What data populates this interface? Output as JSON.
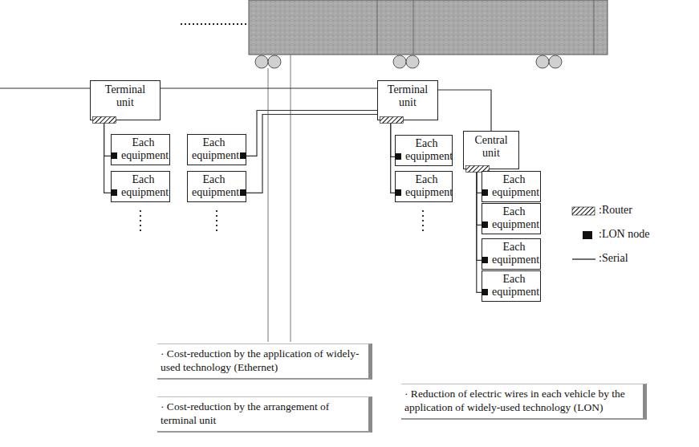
{
  "diagram": {
    "nodes": [
      {
        "text": [
          "Terminal unit"
        ]
      },
      {
        "text": [
          "Each equipment"
        ]
      },
      {
        "text": [
          "Each equipment"
        ]
      },
      {
        "text": [
          "Each equipment"
        ]
      },
      {
        "text": [
          "Each equipment"
        ]
      },
      {
        "text": [
          "Terminal unit"
        ]
      },
      {
        "text": [
          "Each equipment"
        ]
      },
      {
        "text": [
          "Each equipment"
        ]
      },
      {
        "text": [
          "Central unit"
        ]
      },
      {
        "text": [
          "Each equipment"
        ]
      },
      {
        "text": [
          "Each equipment"
        ]
      },
      {
        "text": [
          "Each equipment"
        ]
      },
      {
        "text": [
          "Each equipment"
        ]
      },
      {
        "text": [
          "· Cost-reduction by the application of widely-used technology (Ethernet)"
        ]
      },
      {
        "text": [
          "· Cost-reduction by the arrangement of terminal unit"
        ]
      },
      {
        "text": [
          "· Reduction of electric wires in each vehicle by the application of widely-used technology (LON)"
        ]
      }
    ],
    "edges": [
      {
        "from": 0,
        "to": 5,
        "arrow": "none"
      },
      {
        "from": 5,
        "to": 8,
        "arrow": "none"
      },
      {
        "from": 0,
        "to": 1,
        "arrow": "none"
      },
      {
        "from": 0,
        "to": 2,
        "arrow": "none"
      },
      {
        "from": 5,
        "to": 3,
        "arrow": "none"
      },
      {
        "from": 5,
        "to": 4,
        "arrow": "none"
      },
      {
        "from": 5,
        "to": 6,
        "arrow": "none"
      },
      {
        "from": 5,
        "to": 7,
        "arrow": "none"
      },
      {
        "from": 8,
        "to": 9,
        "arrow": "none"
      },
      {
        "from": 8,
        "to": 10,
        "arrow": "none"
      },
      {
        "from": 8,
        "to": 11,
        "arrow": "none"
      },
      {
        "from": 8,
        "to": 12,
        "arrow": "none"
      }
    ],
    "legend": [
      {
        "text": ":Router"
      },
      {
        "text": ":LON node"
      },
      {
        "text": ":Serial"
      }
    ]
  }
}
